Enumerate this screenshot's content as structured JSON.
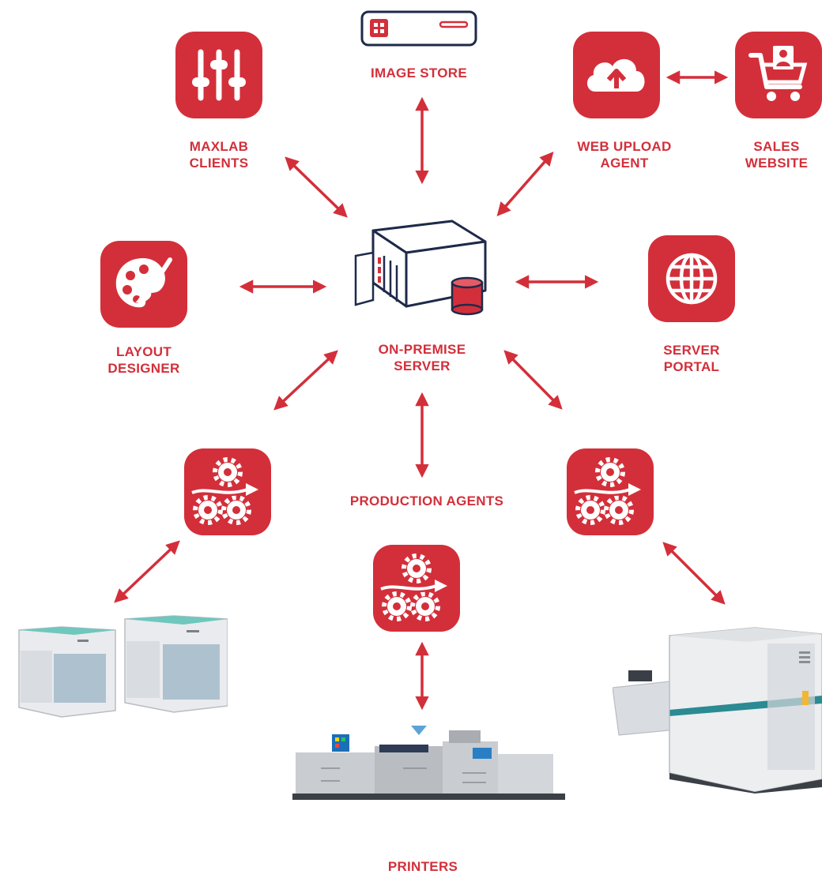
{
  "colors": {
    "accent": "#d32f3a",
    "outline": "#1e2a4a",
    "background": "#ffffff"
  },
  "nodes": {
    "image_store": {
      "label": "IMAGE STORE",
      "icon": "server-rack-icon"
    },
    "maxlab_clients": {
      "label": "MAXLAB\nCLIENTS",
      "icon": "sliders-icon"
    },
    "web_upload_agent": {
      "label": "WEB UPLOAD\nAGENT",
      "icon": "cloud-upload-icon"
    },
    "sales_website": {
      "label": "SALES\nWEBSITE",
      "icon": "shopping-cart-icon"
    },
    "layout_designer": {
      "label": "LAYOUT\nDESIGNER",
      "icon": "palette-icon"
    },
    "on_premise_server": {
      "label": "ON-PREMISE\nSERVER",
      "icon": "server-database-icon"
    },
    "server_portal": {
      "label": "SERVER\nPORTAL",
      "icon": "globe-icon"
    },
    "production_agents": {
      "label": "PRODUCTION AGENTS",
      "icon": "gears-workflow-icon"
    },
    "printers": {
      "label": "PRINTERS",
      "icon": "printer-icon"
    }
  }
}
